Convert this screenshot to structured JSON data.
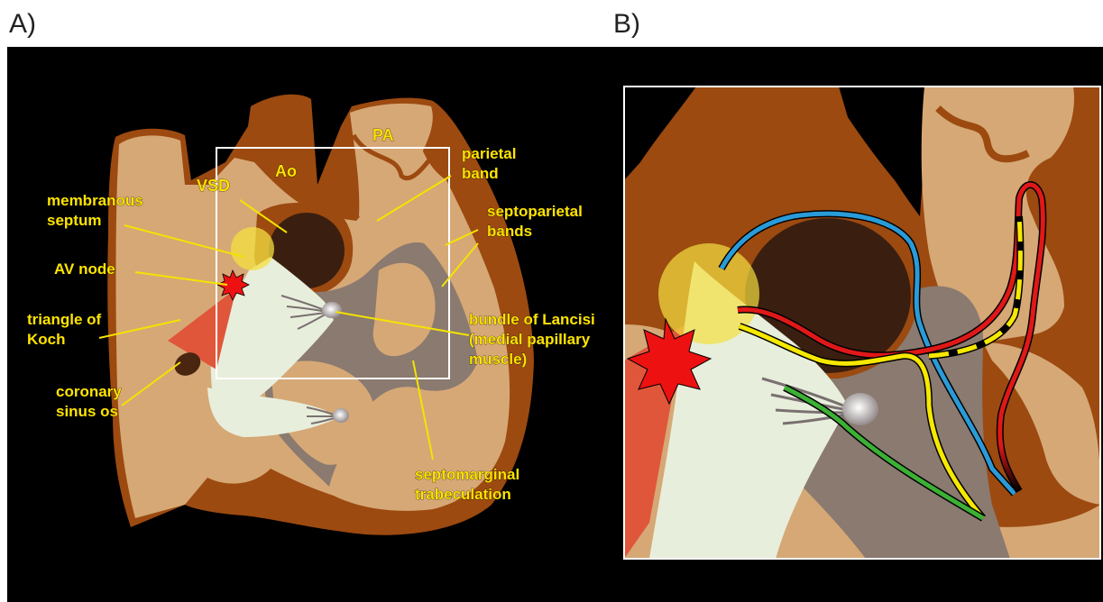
{
  "panels": {
    "a": "A)",
    "b": "B)"
  },
  "labels": {
    "pa": "PA",
    "ao": "Ao",
    "vsd": "VSD",
    "parietal_band_1": "parietal",
    "parietal_band_2": "band",
    "membranous_1": "membranous",
    "membranous_2": "septum",
    "septoparietal_1": "septoparietal",
    "septoparietal_2": "bands",
    "av_node": "AV node",
    "koch_1": "triangle of",
    "koch_2": "Koch",
    "lancisi_1": "bundle of Lancisi",
    "lancisi_2": "(medial papillary",
    "lancisi_3": "muscle)",
    "cs_1": "coronary",
    "cs_2": "sinus os",
    "smt_1": "septomarginal",
    "smt_2": "trabeculation"
  },
  "colors": {
    "background": "#000000",
    "muscle_dark": "#9c4a10",
    "muscle_light": "#d6a876",
    "septum_gray": "#8a7a70",
    "valve_leaflet": "#e8eedc",
    "koch_triangle": "#e0563a",
    "av_node_star": "#ee1111",
    "membranous_highlight": "#f4e040",
    "label_text": "#ffe400",
    "path_blue": "#2a9bd8",
    "path_red": "#e01818",
    "path_yellow": "#f6e800",
    "path_green": "#3cb034"
  }
}
